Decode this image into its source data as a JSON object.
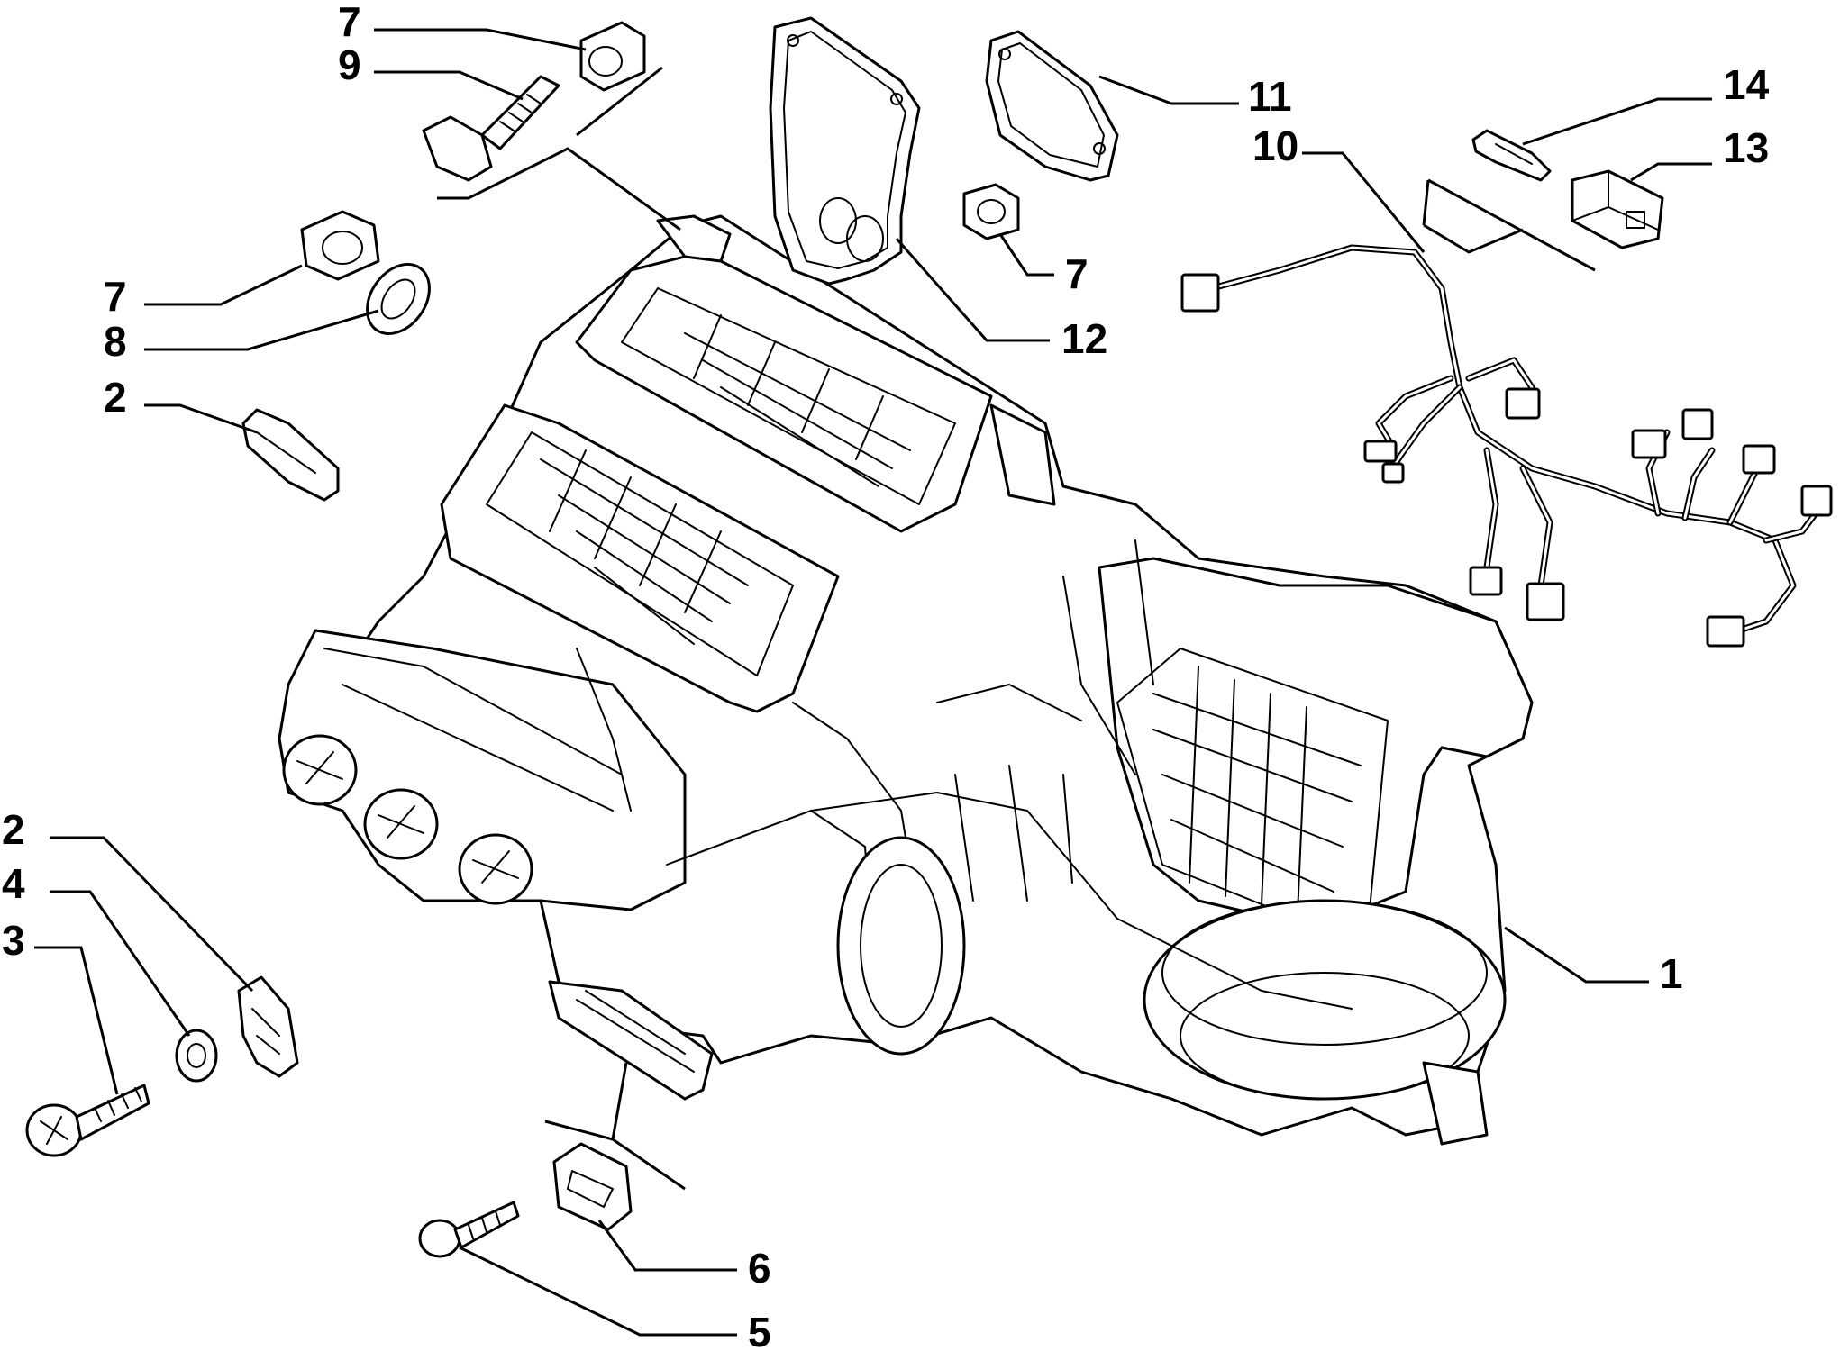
{
  "diagram": {
    "callouts": [
      {
        "id": "c1",
        "text": "1"
      },
      {
        "id": "c2a",
        "text": "2"
      },
      {
        "id": "c2b",
        "text": "2"
      },
      {
        "id": "c3",
        "text": "3"
      },
      {
        "id": "c4",
        "text": "4"
      },
      {
        "id": "c5",
        "text": "5"
      },
      {
        "id": "c6",
        "text": "6"
      },
      {
        "id": "c7a",
        "text": "7"
      },
      {
        "id": "c7b",
        "text": "7"
      },
      {
        "id": "c7c",
        "text": "7"
      },
      {
        "id": "c8",
        "text": "8"
      },
      {
        "id": "c9",
        "text": "9"
      },
      {
        "id": "c10",
        "text": "10"
      },
      {
        "id": "c11",
        "text": "11"
      },
      {
        "id": "c12",
        "text": "12"
      },
      {
        "id": "c13",
        "text": "13"
      },
      {
        "id": "c14",
        "text": "14"
      }
    ]
  },
  "colors": {
    "line": "#000000",
    "background": "#ffffff"
  }
}
